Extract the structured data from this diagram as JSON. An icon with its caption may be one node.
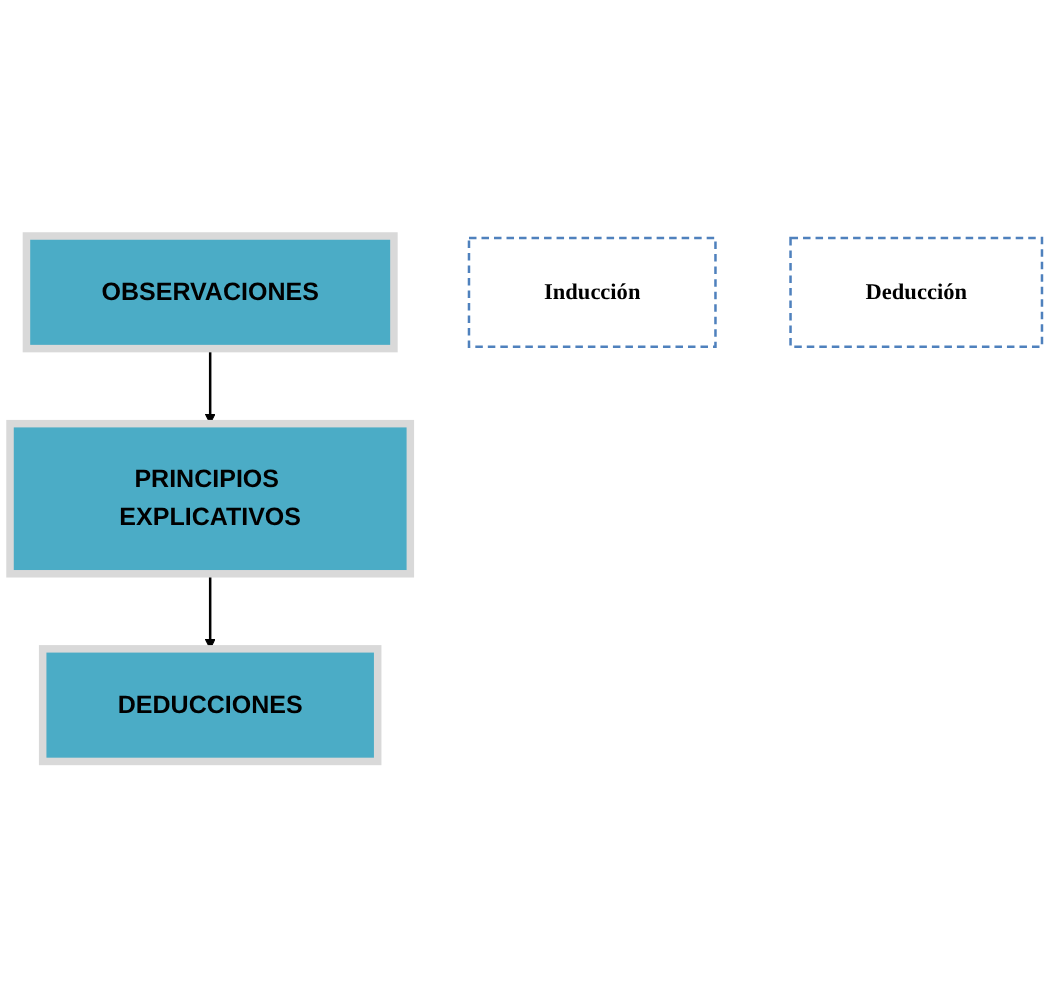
{
  "diagram": {
    "nodes": [
      {
        "text": [
          "OBSERVACIONES"
        ]
      },
      {
        "text": [
          "PRINCIPIOS EXPLICATIVOS"
        ]
      },
      {
        "text": [
          "DEDUCCIONES"
        ]
      },
      {
        "text": [
          "Inducción"
        ]
      },
      {
        "text": [
          "Deducción"
        ]
      }
    ],
    "edges": [
      {
        "from": 0,
        "to": 1,
        "arrow": "to"
      },
      {
        "from": 1,
        "to": 2,
        "arrow": "to"
      }
    ]
  }
}
